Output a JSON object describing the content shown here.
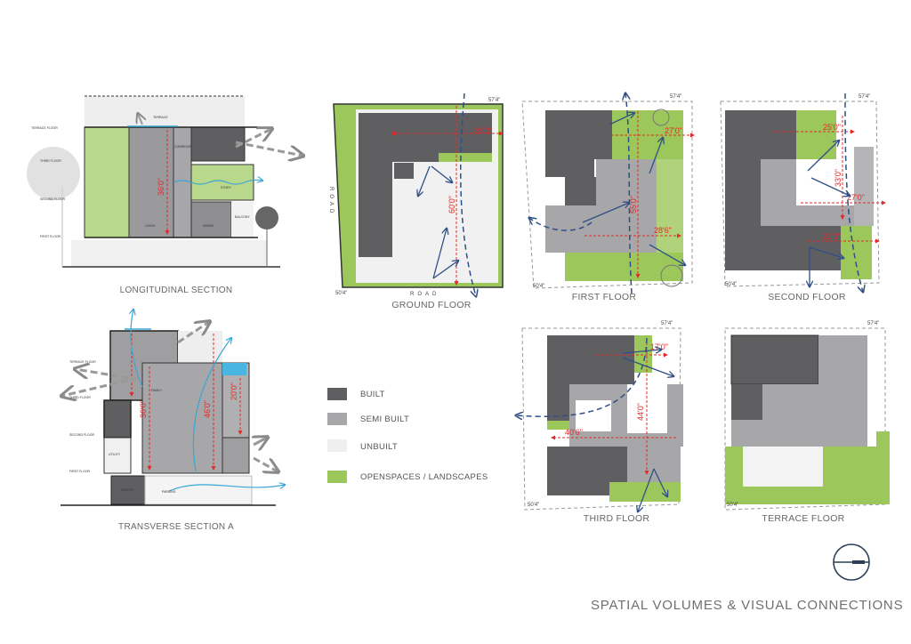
{
  "title": "SPATIAL VOLUMES & VISUAL CONNECTIONS",
  "colors": {
    "built": "#5f5f62",
    "semi_built": "#a7a7a9",
    "unbuilt": "#efefef",
    "openspace": "#9cc75a",
    "dimension": "#e32a2a",
    "arrow": "#2f4f86",
    "wind": "#3aa6d6"
  },
  "legend": [
    {
      "label": "BUILT",
      "color": "#5f5f62"
    },
    {
      "label": "SEMI BUILT",
      "color": "#a7a7a9"
    },
    {
      "label": "UNBUILT",
      "color": "#efefef"
    },
    {
      "label": "OPENSPACES / LANDSCAPES",
      "color": "#9cc75a"
    }
  ],
  "longitudinal": {
    "caption": "LONGITUDINAL SECTION",
    "floors": [
      "TERRACE FLOOR",
      "THIRD FLOOR",
      "SECOND FLOOR",
      "FIRST FLOOR"
    ],
    "rooms": [
      "TERRACE",
      "LIVING",
      "STUDY",
      "BALCONY",
      "CORRIDOR",
      "DINING"
    ],
    "height": "36'0\""
  },
  "transverse": {
    "caption": "TRANSVERSE SECTION A",
    "floors": [
      "TERRACE FLOOR",
      "THIRD FLOOR",
      "SECOND FLOOR",
      "FIRST FLOOR"
    ],
    "rooms": [
      "FAMILY",
      "UTILITY",
      "PANTRY",
      "PARKING"
    ],
    "dims": [
      "36'0\"",
      "46'0\"",
      "20'0\""
    ]
  },
  "plans": {
    "ground": {
      "caption": "GROUND FLOOR",
      "road": "ROAD",
      "dims": [
        "28'0\"",
        "60'0\""
      ],
      "site": [
        "57'4\"",
        "50'4\""
      ]
    },
    "first": {
      "caption": "FIRST FLOOR",
      "dims": [
        "27'0\"",
        "55'0\"",
        "28'6\""
      ],
      "site": [
        "57'4\"",
        "50'4\""
      ]
    },
    "second": {
      "caption": "SECOND FLOOR",
      "dims": [
        "25'0\"",
        "33'0\"",
        "27'0\"",
        "22'0\""
      ],
      "site": [
        "57'4\"",
        "50'4\""
      ]
    },
    "third": {
      "caption": "THIRD FLOOR",
      "dims": [
        "17'0\"",
        "44'0\"",
        "40'6\""
      ],
      "site": [
        "57'4\"",
        "50'4\""
      ]
    },
    "terrace": {
      "caption": "TERRACE FLOOR",
      "site": [
        "57'4\"",
        "50'4\""
      ]
    }
  }
}
